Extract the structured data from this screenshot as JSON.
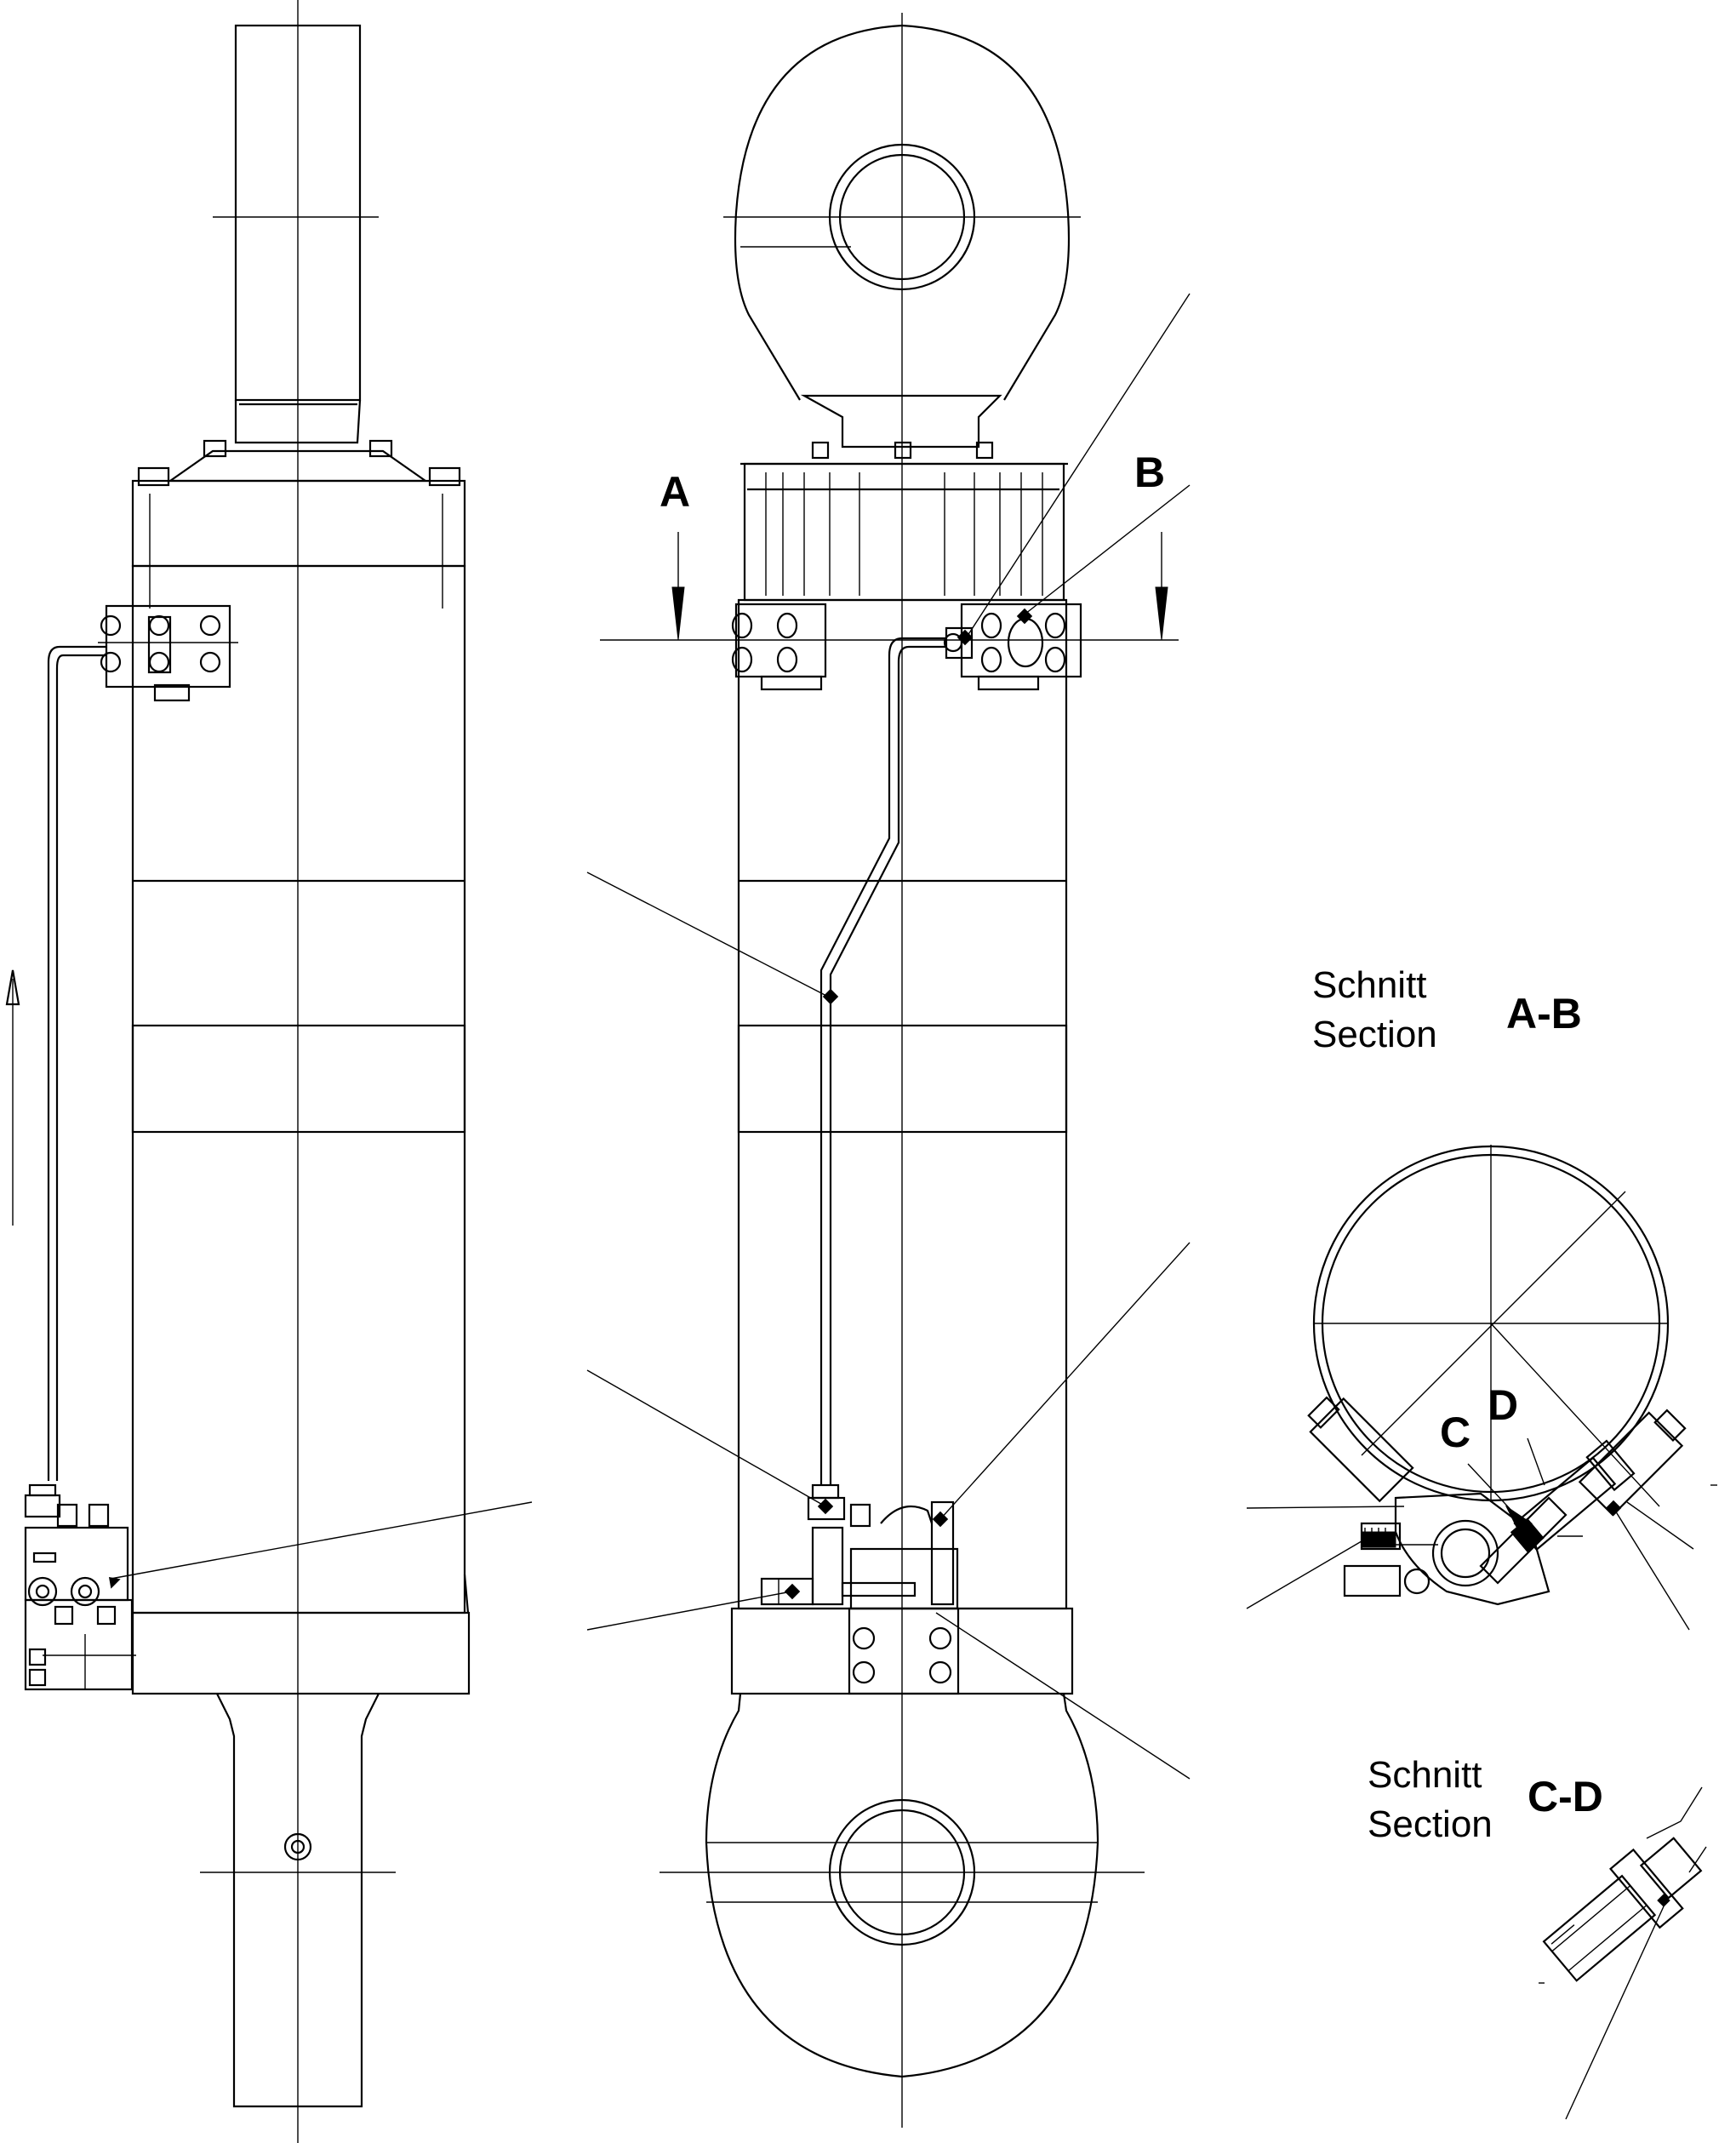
{
  "section_markers": {
    "a": "A",
    "b": "B",
    "c": "C",
    "d": "D"
  },
  "section_ab": {
    "line1": "Schnitt",
    "line2": "Section",
    "id": "A-B"
  },
  "section_cd": {
    "line1": "Schnitt",
    "line2": "Section",
    "id": "C-D"
  }
}
